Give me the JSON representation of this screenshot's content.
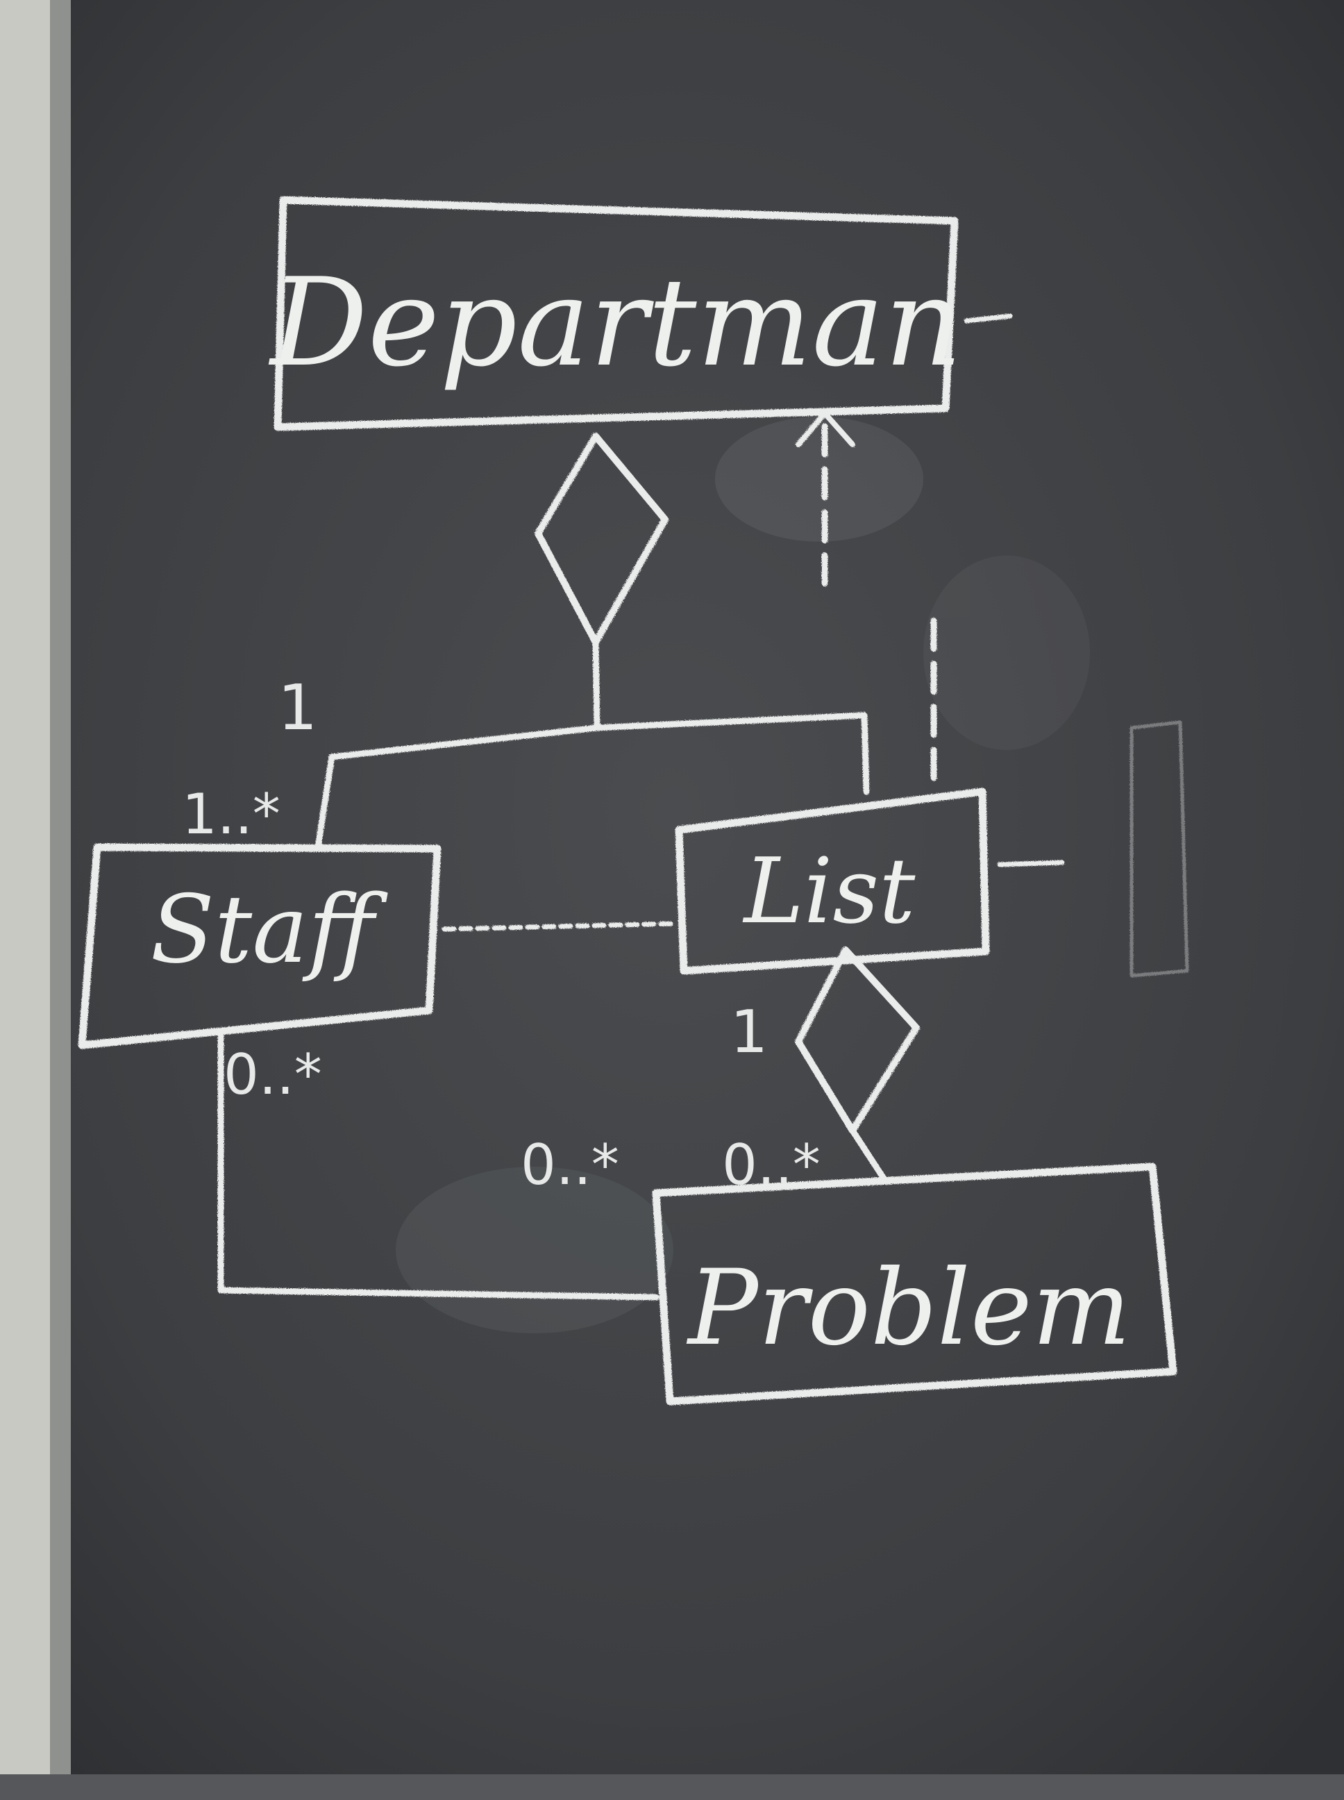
{
  "diagram": {
    "classes": {
      "department": "Departman",
      "staff": "Staff",
      "list": "List",
      "problem": "Problem"
    },
    "multiplicities": {
      "dept_side": "1",
      "staff_side": "1..*",
      "list_to_problem_list_side": "1",
      "list_to_problem_problem_side": "0..*",
      "staff_problem_staff_side": "0..*",
      "staff_problem_problem_side": "0..*"
    }
  },
  "colors": {
    "board": "#3d3f42",
    "chalk": "#e9ecea"
  }
}
